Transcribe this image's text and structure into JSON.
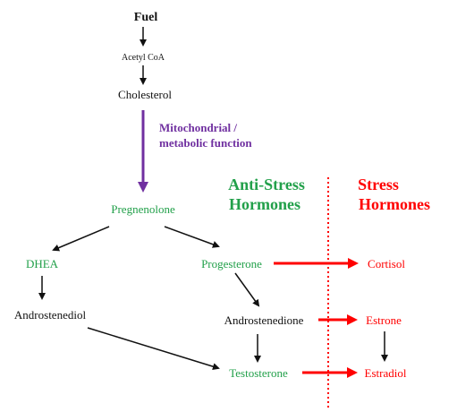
{
  "colors": {
    "black": "#111111",
    "green": "#22a04a",
    "red": "#ff0000",
    "purple": "#7030a0"
  },
  "nodes": {
    "fuel": "Fuel",
    "acetyl_coa": "Acetyl CoA",
    "cholesterol": "Cholesterol",
    "pregnenolone": "Pregnenolone",
    "dhea": "DHEA",
    "progesterone": "Progesterone",
    "androstenediol": "Androstenediol",
    "androstenedione": "Androstenedione",
    "testosterone": "Testosterone",
    "cortisol": "Cortisol",
    "estrone": "Estrone",
    "estradiol": "Estradiol"
  },
  "annotations": {
    "mito_line1": "Mitochondrial /",
    "mito_line2": "metabolic function"
  },
  "headers": {
    "anti_stress_line1": "Anti-Stress",
    "anti_stress_line2": "Hormones",
    "stress_line1": "Stress",
    "stress_line2": "Hormones"
  }
}
